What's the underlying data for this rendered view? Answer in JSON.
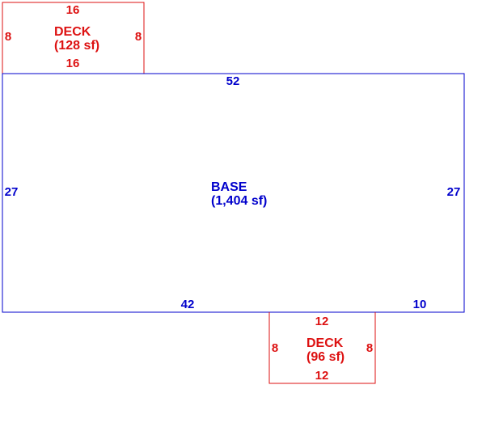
{
  "colors": {
    "base": "#0000cc",
    "deck": "#dd1111",
    "background": "#ffffff"
  },
  "deck_top": {
    "name": "DECK",
    "area": "(128 sf)",
    "dim_top": "16",
    "dim_bottom": "16",
    "dim_left": "8",
    "dim_right": "8"
  },
  "base": {
    "name": "BASE",
    "area": "(1,404 sf)",
    "dim_top": "52",
    "dim_left": "27",
    "dim_right": "27",
    "dim_bottom_left": "42",
    "dim_bottom_right": "10"
  },
  "deck_bottom": {
    "name": "DECK",
    "area": "(96 sf)",
    "dim_top": "12",
    "dim_bottom": "12",
    "dim_left": "8",
    "dim_right": "8"
  }
}
